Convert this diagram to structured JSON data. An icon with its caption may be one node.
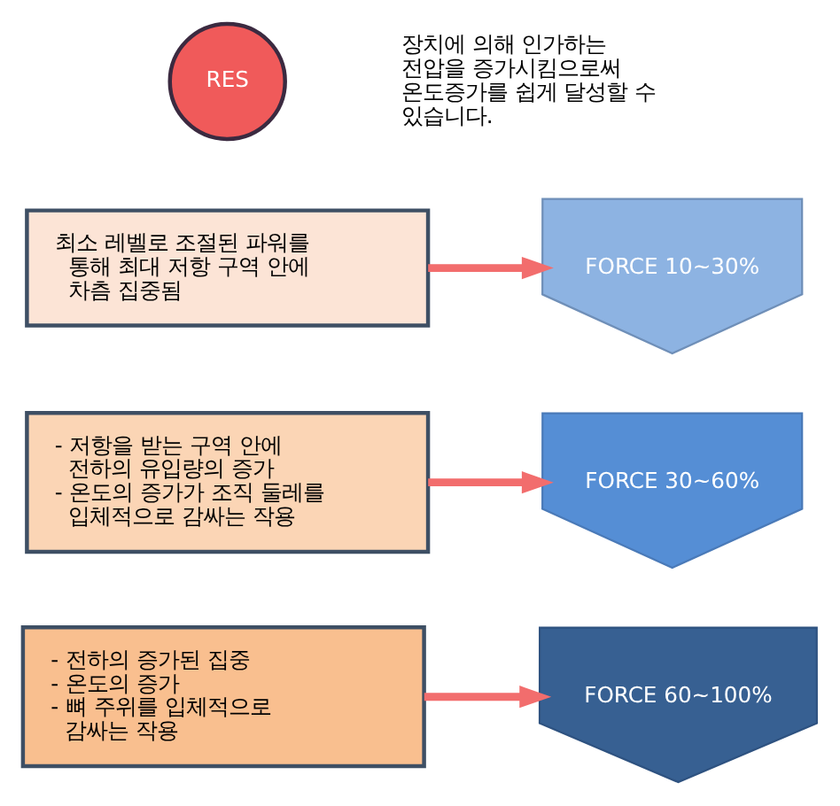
{
  "diagram": {
    "nodes": [
      {
        "text": [
          "RES"
        ]
      },
      {
        "text": [
          "최소 레벨로 조절된 파워를 통해 최대 저항 구역 안에 차츰 집중됨"
        ]
      },
      {
        "text": [
          "- 저항을 받는 구역 안에 전하의 유입량의 증가",
          "- 온도의 증가가 조직 둘레를 입체적으로 감싸는 작용"
        ]
      },
      {
        "text": [
          "- 전하의 증가된 집중",
          "- 온도의 증가",
          "- 뼈 주위를 입체적으로 감싸는 작용"
        ]
      },
      {
        "text": [
          "FORCE 10~30%"
        ]
      },
      {
        "text": [
          "FORCE 30~60%"
        ]
      },
      {
        "text": [
          "FORCE 60~100%"
        ]
      }
    ],
    "edges": [
      {
        "from": 1,
        "to": 4,
        "arrow": "to"
      },
      {
        "from": 2,
        "to": 5,
        "arrow": "to"
      },
      {
        "from": 3,
        "to": 6,
        "arrow": "to"
      }
    ],
    "labels": [
      "장치에 의해 인가하는 전압을 증가시킴으로써 온도증가를 쉽게 달성할 수 있습니다."
    ]
  }
}
